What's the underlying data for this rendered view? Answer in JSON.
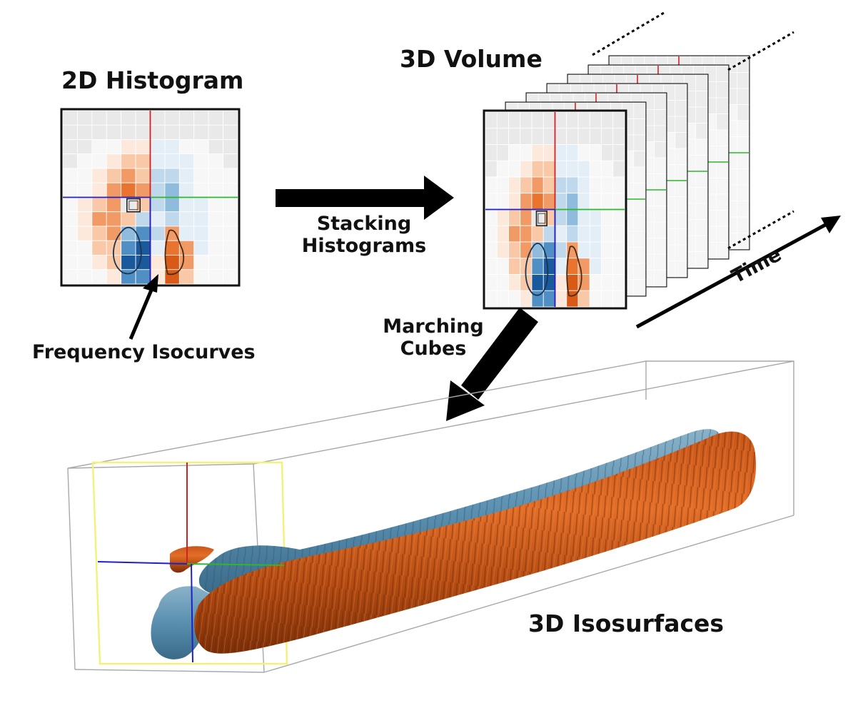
{
  "labels": {
    "histogram_2d": "2D Histogram",
    "volume_3d": "3D Volume",
    "stacking_line1": "Stacking",
    "stacking_line2": "Histograms",
    "time": "Time",
    "frequency_isocurves": "Frequency Isocurves",
    "marching_line1": "Marching",
    "marching_line2": "Cubes",
    "isosurfaces_3d": "3D Isosurfaces"
  },
  "colors": {
    "orange": "#e0621a",
    "orange_dark": "#8a3208",
    "blue": "#5a8fb0",
    "blue_dark": "#1a4f86",
    "axis_red": "#d42020",
    "axis_green": "#2cb82c",
    "axis_blue": "#2020c8",
    "frame_yellow": "#f2f27a",
    "grid_gray": "#e6e6e6",
    "arrow": "#000000"
  },
  "icons": {
    "stacking_arrow": "arrow-right-icon",
    "marching_arrow": "arrow-down-left-icon",
    "time_arrow": "arrow-up-right-icon",
    "isocurve_pointer": "arrow-up-icon"
  }
}
